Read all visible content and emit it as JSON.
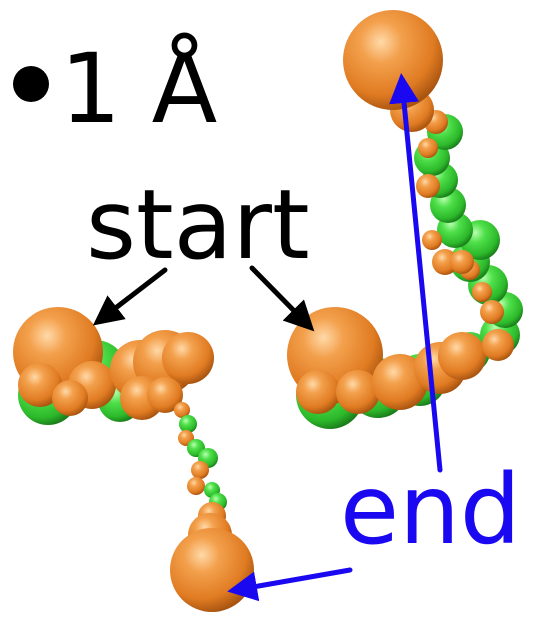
{
  "labels": {
    "scale_bar": "1 Å",
    "start": "start",
    "end": "end"
  },
  "colors": {
    "orange": "#e8832a",
    "green": "#3ad43a",
    "black": "#000000",
    "blue": "#1a08f0",
    "background": "#ffffff"
  }
}
